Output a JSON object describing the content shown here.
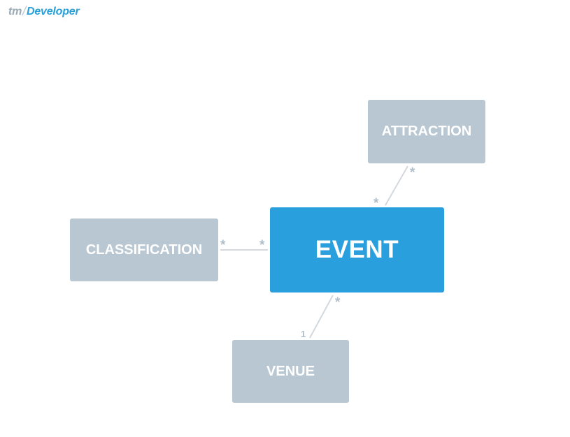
{
  "logo": {
    "prefix": "tm",
    "separator": "/",
    "name": "Developer"
  },
  "entities": {
    "attraction": "ATTRACTION",
    "classification": "CLASSIFICATION",
    "event": "EVENT",
    "venue": "VENUE"
  },
  "relations": {
    "event_attraction": {
      "event_side": "*",
      "attraction_side": "*"
    },
    "event_classification": {
      "event_side": "*",
      "classification_side": "*"
    },
    "event_venue": {
      "event_side": "*",
      "venue_side": "1"
    }
  },
  "colors": {
    "event_fill": "#2a9fde",
    "entity_fill": "#b8c7d2",
    "connector": "#d3d9de",
    "cardinality": "#b0bec9",
    "logo_accent": "#2a9fd8"
  }
}
